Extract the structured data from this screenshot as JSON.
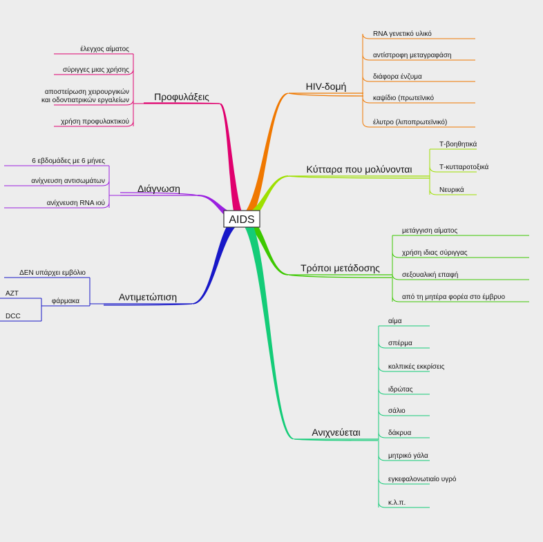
{
  "center": {
    "label": "AIDS"
  },
  "branches": [
    {
      "id": "hiv-structure",
      "side": "right",
      "color": "#f07800",
      "label": "HIV-δομή",
      "leaves": [
        "RNA γενετικό υλικό",
        "αντίστροφη μεταγραφάση",
        "διάφορα ένζυμα",
        "καψίδιο (πρωτεϊνικό",
        "έλυτρο (λιποπρωτεϊνικό)"
      ]
    },
    {
      "id": "infected-cells",
      "side": "right",
      "color": "#9ee000",
      "label": "Κύτταρα που μολύνονται",
      "leaves": [
        "Τ-βοηθητικά",
        "Τ-κυτταροτοξικά",
        "Νευρικά"
      ]
    },
    {
      "id": "transmission",
      "side": "right",
      "color": "#3cc800",
      "label": "Τρόποι μετάδοσης",
      "leaves": [
        "μετάγγιση αίματος",
        "χρήση ιδιας σύριγγας",
        "σεξουαλική επαφή",
        "από τη μητέρα φορέα στο έμβρυο"
      ]
    },
    {
      "id": "detected",
      "side": "right",
      "color": "#14cc78",
      "label": "Ανιχνεύεται",
      "leaves": [
        "αίμα",
        "σπέρμα",
        "κολπικές εκκρίσεις",
        "ιδρώτας",
        "σάλιο",
        "δάκρυα",
        "μητρικό γάλα",
        "εγκεφαλονωτιαίο υγρό",
        "κ.λ.π."
      ]
    },
    {
      "id": "prevention",
      "side": "left",
      "color": "#e0006e",
      "label": "Προφυλάξεις",
      "leaves": [
        "έλεγχος αίματος",
        "σύριγγες μιας χρήσης",
        [
          "αποστείρωση χειρουργικών",
          "και οδοντιατρικών εργαλείων"
        ],
        "χρήση προφυλακτικού"
      ]
    },
    {
      "id": "diagnosis",
      "side": "left",
      "color": "#9a20e0",
      "label": "Διάγνωση",
      "leaves": [
        "6 εβδομάδες με 6 μήνες",
        "ανίχνευση αντισωμάτων",
        "ανίχνευση RNA ιού"
      ]
    },
    {
      "id": "treatment",
      "side": "left",
      "color": "#1818c8",
      "label": "Αντιμετώπιση",
      "leaves": [
        "ΔΕΝ υπάρχει εμβόλιο"
      ],
      "sub": {
        "label": "φάρμακα",
        "leaves": [
          "AZT",
          "DCC"
        ]
      }
    }
  ]
}
